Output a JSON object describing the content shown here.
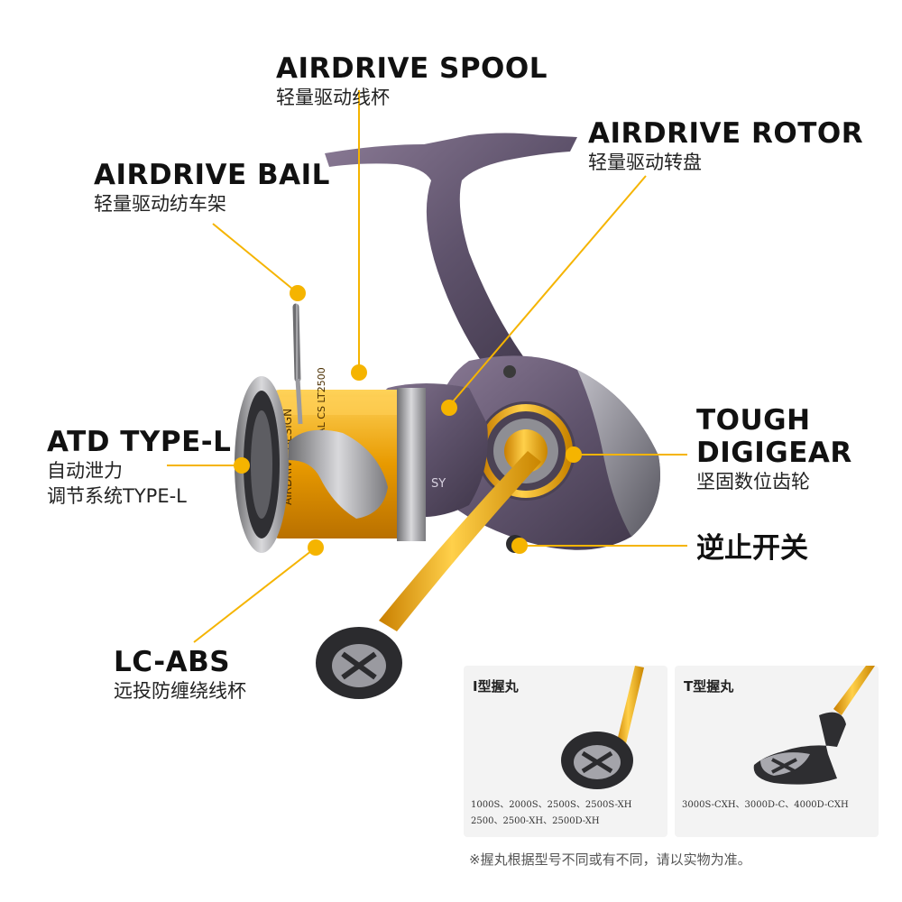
{
  "labels": {
    "airdrive_spool": {
      "en": "AIRDRIVE SPOOL",
      "cn": "轻量驱动线杯"
    },
    "airdrive_rotor": {
      "en": "AIRDRIVE ROTOR",
      "cn": "轻量驱动转盘"
    },
    "airdrive_bail": {
      "en": "AIRDRIVE BAIL",
      "cn": "轻量驱动纺车架"
    },
    "atd_type_l": {
      "en": "ATD TYPE-L",
      "cn_line1": "自动泄力",
      "cn_line2": "调节系统TYPE-L"
    },
    "tough_digigear": {
      "en_line1": "TOUGH",
      "en_line2": "DIGIGEAR",
      "cn": "坚固数位齿轮"
    },
    "anti_reverse": {
      "cn": "逆止开关"
    },
    "lc_abs": {
      "en": "LC-ABS",
      "cn": "远投防缠绕线杯"
    }
  },
  "reel_text": {
    "spool_brand": "REGAL CS LT2500",
    "spool_side": "AIRDRIVE DESIGN",
    "body_mark": "SY"
  },
  "knob_cards": [
    {
      "title": "I型握丸",
      "models_line1": "1000S、2000S、2500S、2500S-XH",
      "models_line2": "2500、2500-XH、2500D-XH"
    },
    {
      "title": "T型握丸",
      "models_line1": "3000S-CXH、3000D-C、4000D-CXH",
      "models_line2": ""
    }
  ],
  "footnote": "※握丸根据型号不同或有不同，请以实物为准。",
  "colors": {
    "accent_gold": "#f5b400",
    "body_purple": "#6b5d78",
    "handle_gold": "#e8a000",
    "background": "#ffffff"
  }
}
